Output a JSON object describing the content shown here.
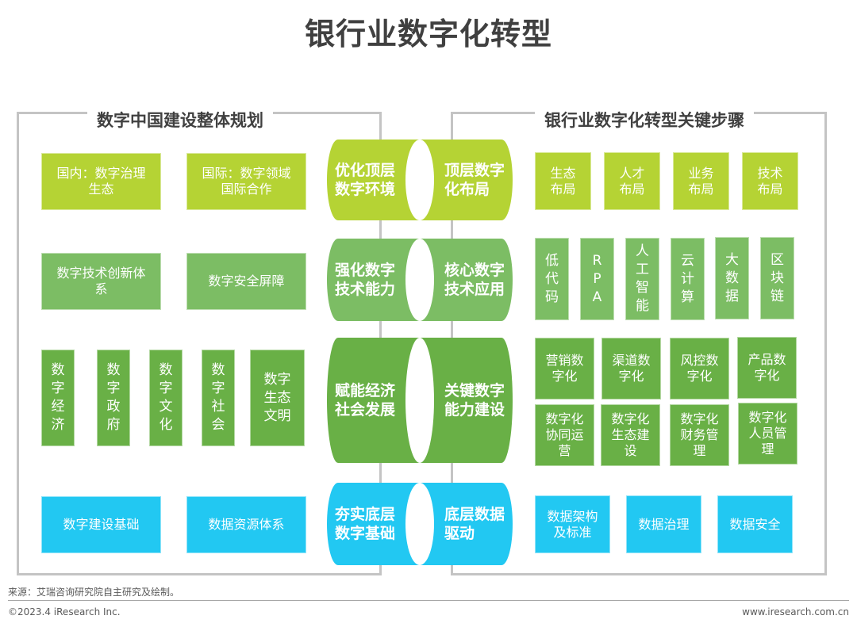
{
  "title": "银行业数字化转型",
  "left_panel": {
    "heading": "数字中国建设整体规划",
    "row1": [
      "国内：数字治理生态",
      "国际：数字领域国际合作"
    ],
    "row2": [
      "数字技术创新体系",
      "数字安全屏障"
    ],
    "row3": [
      "数字经济",
      "数字政府",
      "数字文化",
      "数字社会",
      "数字生态文明"
    ],
    "row4": [
      "数字建设基础",
      "数据资源体系"
    ]
  },
  "center": {
    "cylinders": [
      {
        "left": "优化顶层\n数字环境",
        "right": "顶层数字\n化布局",
        "color": "#b5d334"
      },
      {
        "left": "强化数字\n技术能力",
        "right": "核心数字\n技术应用",
        "color": "#7cbd64"
      },
      {
        "left": "赋能经济\n社会发展",
        "right": "关键数字\n能力建设",
        "color": "#69b046"
      },
      {
        "left": "夯实底层\n数字基础",
        "right": "底层数据\n驱动",
        "color": "#22c8f2"
      }
    ]
  },
  "right_panel": {
    "heading": "银行业数字化转型关键步骤",
    "row1": [
      "生态布局",
      "人才布局",
      "业务布局",
      "技术布局"
    ],
    "row2": [
      "低代码",
      "RPA",
      "人工智能",
      "云计算",
      "大数据",
      "区块链"
    ],
    "row3a": [
      "营销数字化",
      "渠道数字化",
      "风控数字化",
      "产品数字化"
    ],
    "row3b": [
      "数字化协同运营",
      "数字化生态建设",
      "数字化财务管理",
      "数字化人员管理"
    ],
    "row4": [
      "数据架构及标准",
      "数据治理",
      "数据安全"
    ]
  },
  "footer": {
    "source": "来源：艾瑞咨询研究院自主研究及绘制。",
    "copyright": "©2023.4 iResearch Inc.",
    "website": "www.iresearch.com.cn"
  },
  "colors": {
    "lime": "#b5d334",
    "light_green": "#7cbd64",
    "green": "#69b046",
    "cyan": "#22c8f2",
    "frame_gray": "#c4c4c4",
    "heading_text": "#404040"
  }
}
